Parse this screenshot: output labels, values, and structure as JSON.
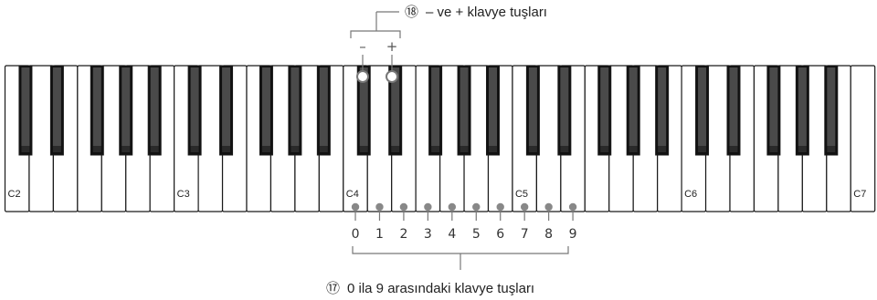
{
  "keyboard": {
    "white_key_count": 36,
    "octave_labels": [
      {
        "text": "C2",
        "white_index": 0
      },
      {
        "text": "C3",
        "white_index": 7
      },
      {
        "text": "C4",
        "white_index": 14
      },
      {
        "text": "C5",
        "white_index": 21
      },
      {
        "text": "C6",
        "white_index": 28
      },
      {
        "text": "C7",
        "white_index": 35
      }
    ]
  },
  "callout_top": {
    "marker": "⑱",
    "text": "– ve + klavye tuşları",
    "minus": "–",
    "plus": "+"
  },
  "callout_bottom": {
    "marker": "⑰",
    "text": "0 ila 9 arasındaki klavye tuşları"
  },
  "number_keys": [
    "0",
    "1",
    "2",
    "3",
    "4",
    "5",
    "6",
    "7",
    "8",
    "9"
  ],
  "colors": {
    "key_outline": "#1a1a1a",
    "black_key": "#111111",
    "black_key_highlight": "#4a4a4a",
    "leader": "#777777",
    "dot": "#888888"
  }
}
